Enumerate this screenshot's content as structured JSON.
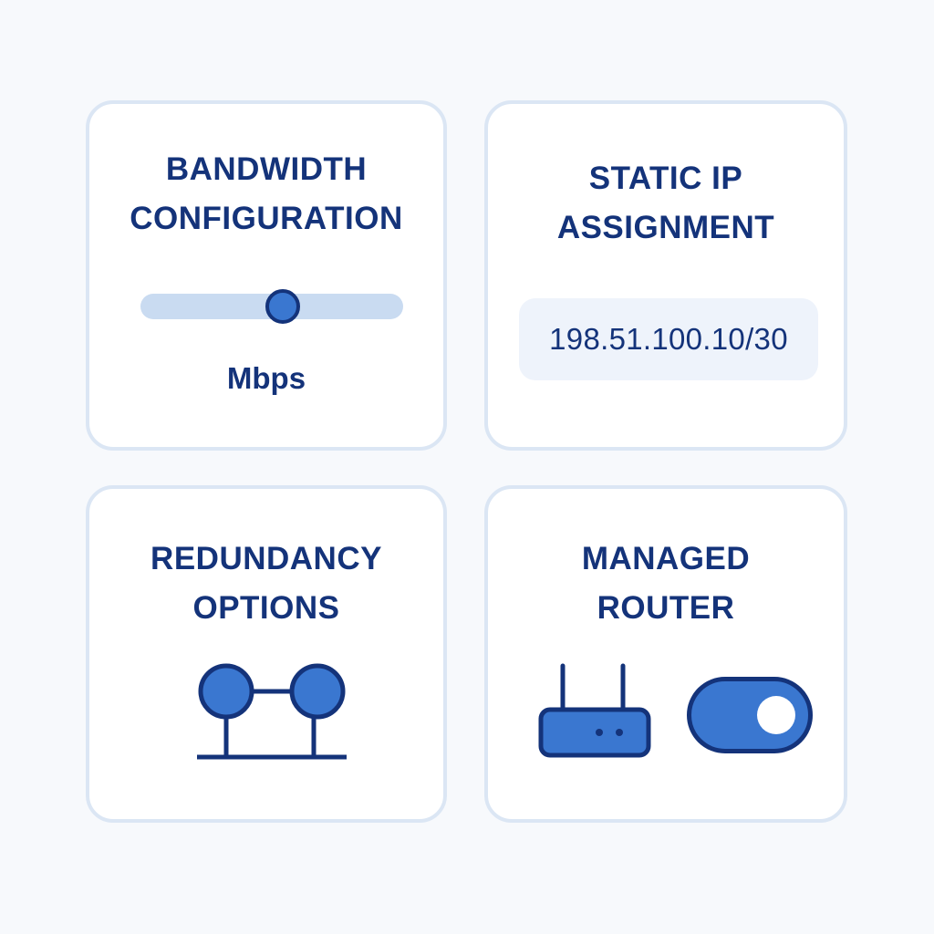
{
  "cards": {
    "bandwidth": {
      "title_line1": "BANDWIDTH",
      "title_line2": "CONFIGURATION",
      "slider_value_fraction": 0.54,
      "unit_label": "Mbps"
    },
    "static_ip": {
      "title_line1": "STATIC IP",
      "title_line2": "ASSIGNMENT",
      "ip_value": "198.51.100.10/30"
    },
    "redundancy": {
      "title_line1": "REDUNDANCY",
      "title_line2": "OPTIONS",
      "icon": "redundancy-icon"
    },
    "managed_router": {
      "title_line1": "MANAGED",
      "title_line2": "ROUTER",
      "icon": "router-icon",
      "toggle_state": "on"
    }
  },
  "colors": {
    "primary_dark": "#14337a",
    "accent": "#3a77d0",
    "card_border": "#dbe6f4",
    "background": "#f7f9fc"
  }
}
